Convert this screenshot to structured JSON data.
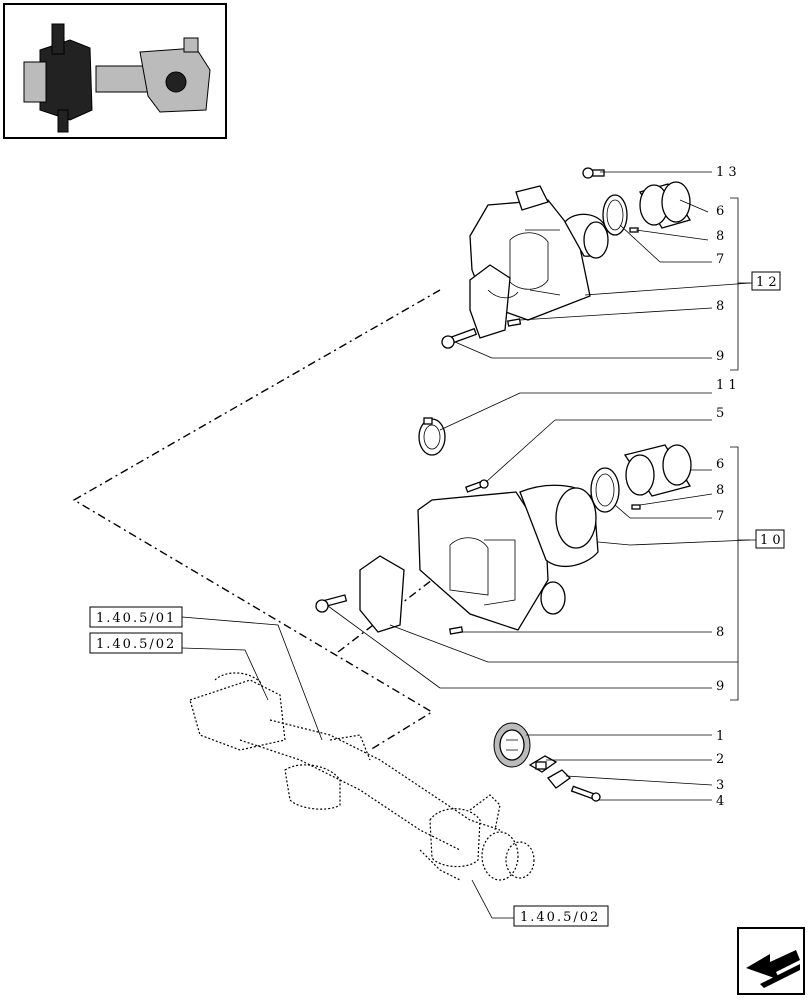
{
  "callouts": {
    "n13": "1 3",
    "n6a": "6",
    "n8a": "8",
    "n7a": "7",
    "n12": "1 2",
    "n8b": "8",
    "n9a": "9",
    "n11": "1 1",
    "n5": "5",
    "n6b": "6",
    "n8c": "8",
    "n7b": "7",
    "n10": "1 0",
    "n8d": "8",
    "n9b": "9",
    "n1": "1",
    "n2": "2",
    "n3": "3",
    "n4": "4"
  },
  "refs": {
    "r1": "1.40.5/01",
    "r2": "1.40.5/02",
    "r3": "1.40.5/02"
  },
  "icons": {
    "thumbnail": "axle-overview-thumbnail-icon",
    "nav": "previous-page-arrow-icon"
  }
}
